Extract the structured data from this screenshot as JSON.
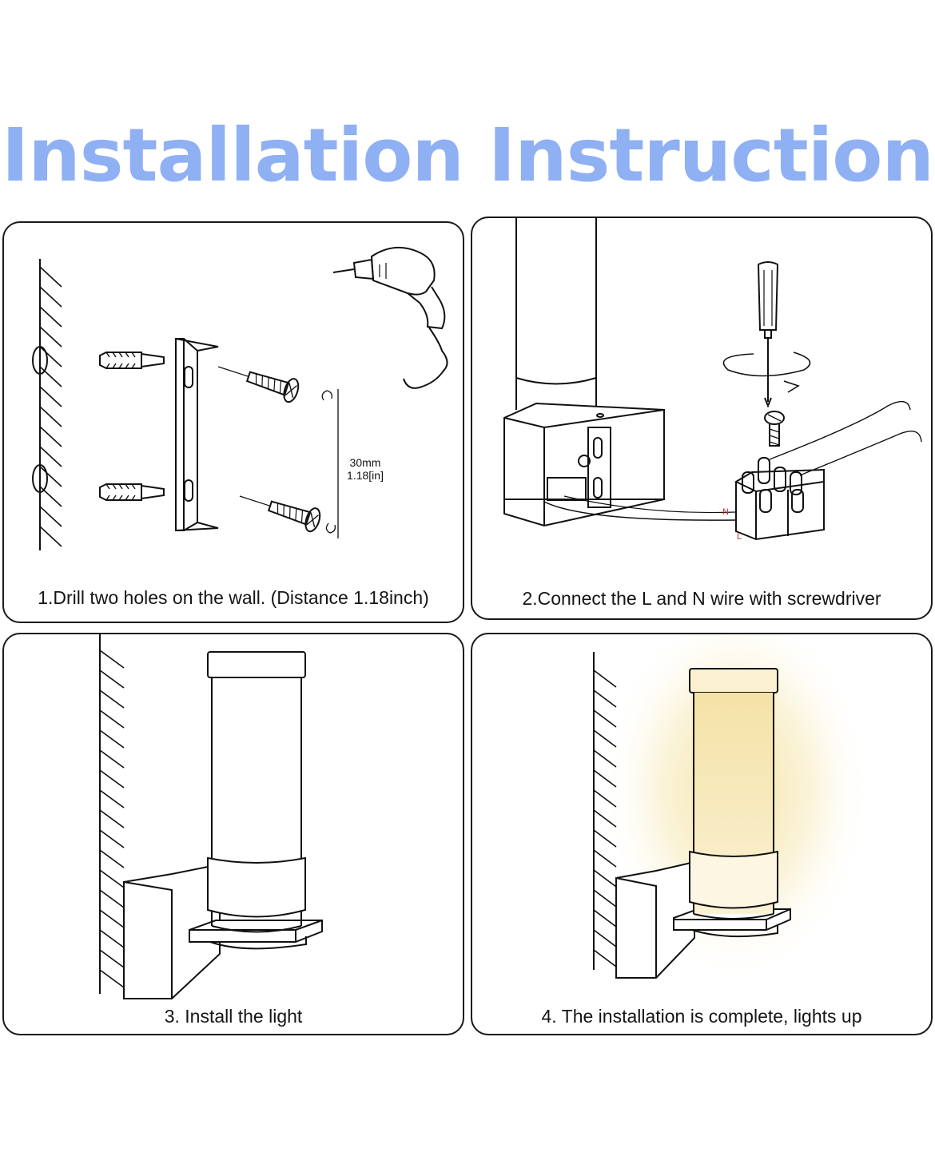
{
  "title": "Installation Instruction",
  "colors": {
    "title": "#8fb0f3",
    "wire_label": "#c23030",
    "glow": "#f6e6a6"
  },
  "steps": [
    {
      "caption": "1.Drill two holes on the wall. (Distance 1.18inch)"
    },
    {
      "caption": "2.Connect the L and N wire with screwdriver"
    },
    {
      "caption": "3. Install the light"
    },
    {
      "caption": "4. The installation is complete, lights up"
    }
  ],
  "dimension": {
    "mm": "30mm",
    "inch": "1.18[in]"
  },
  "wire_labels": {
    "n": "N",
    "l": "L"
  },
  "icons": [
    "drill-icon",
    "screwdriver-icon",
    "wall-anchor-icon",
    "screw-icon",
    "mounting-bracket-icon",
    "terminal-block-icon",
    "wall-lamp-icon"
  ]
}
